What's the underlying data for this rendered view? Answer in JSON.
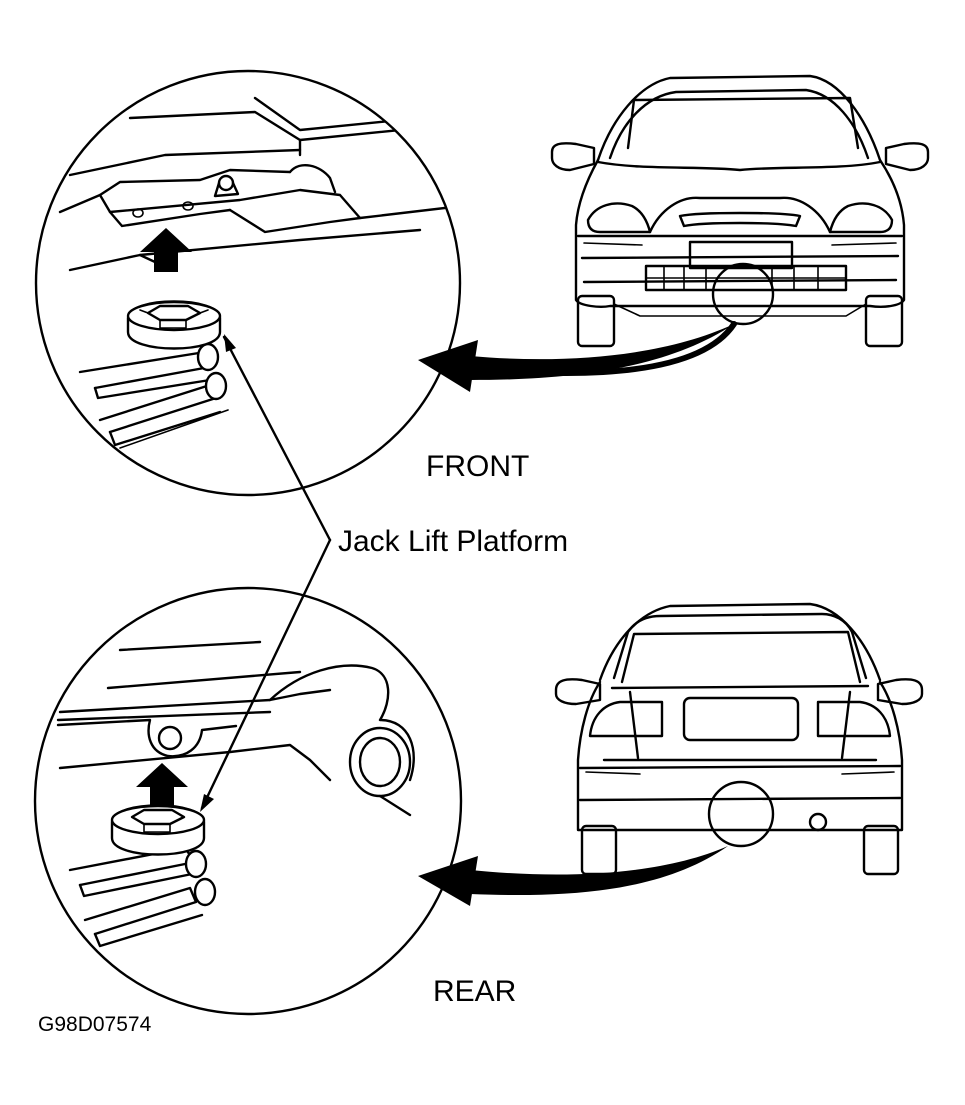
{
  "labels": {
    "front": "FRONT",
    "rear": "REAR",
    "jack_lift_platform": "Jack Lift Platform",
    "figure_code": "G98D07574"
  },
  "colors": {
    "line": "#000000",
    "background": "#ffffff"
  }
}
